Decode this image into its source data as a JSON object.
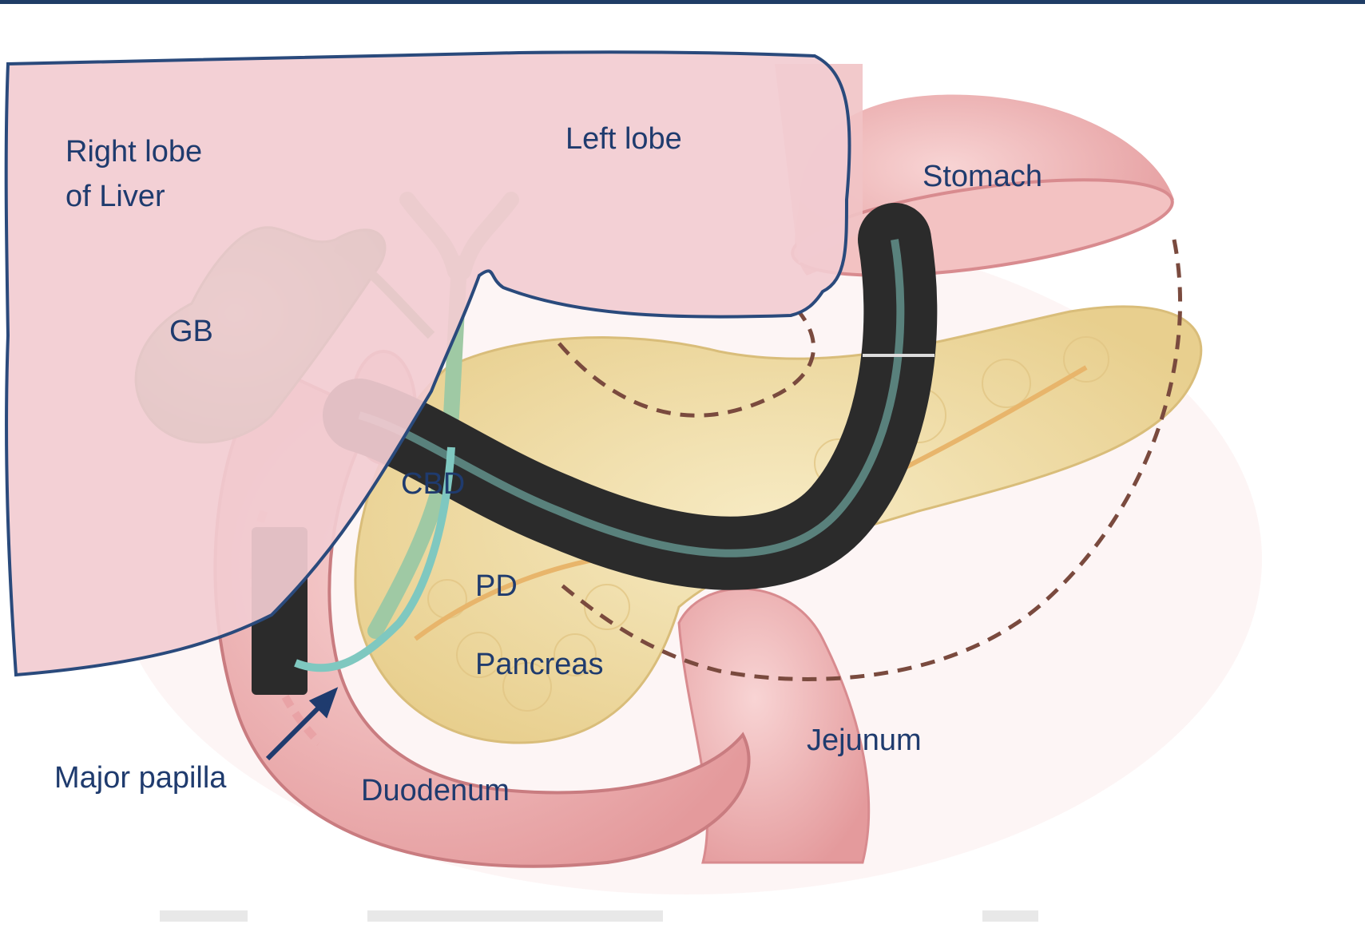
{
  "labels": {
    "right_lobe": "Right lobe\nof Liver",
    "left_lobe": "Left lobe",
    "stomach": "Stomach",
    "gb": "GB",
    "cbd": "CBD",
    "pd": "PD",
    "pancreas": "Pancreas",
    "jejunum": "Jejunum",
    "major_papilla": "Major papilla",
    "duodenum": "Duodenum"
  },
  "colors": {
    "label_text": "#1f3b6e",
    "liver_overlay": "#f2ccd1",
    "outline": "#2a4a7c",
    "gallbladder": "#6fb27a",
    "pancreas": "#f1dfa8",
    "intestine": "#f0b5b5",
    "endoscope": "#3a3a3a",
    "endoscope_highlight": "#7fc8c0",
    "dashed_line": "#7a4a3e"
  }
}
